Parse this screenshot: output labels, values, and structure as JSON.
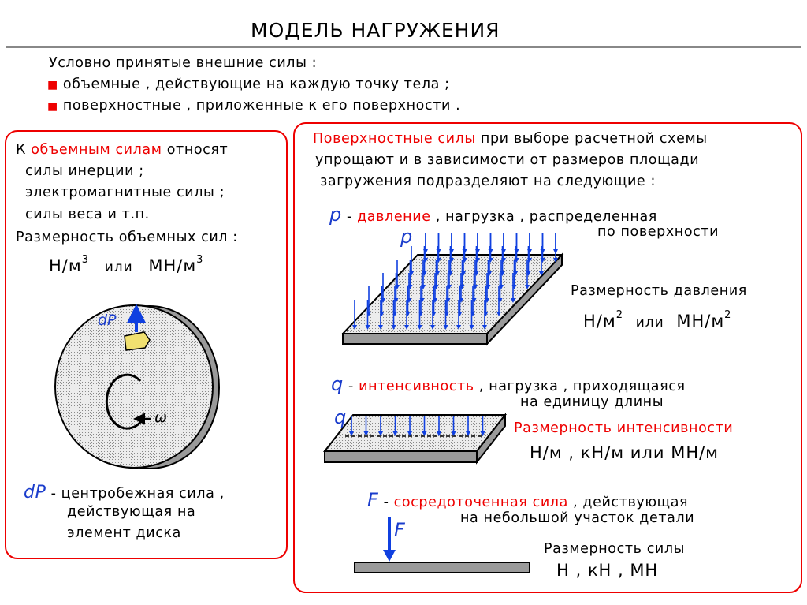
{
  "title": "МОДЕЛЬ НАГРУЖЕНИЯ",
  "intro": {
    "heading": "Условно принятые внешние силы :",
    "bullets": [
      "объемные , действующие на каждую точку тела ;",
      "поверхностные , приложенные к его поверхности ."
    ]
  },
  "left_box": {
    "line1_pre": "К ",
    "line1_red": "объемным силам",
    "line1_post": " относят",
    "items": [
      "силы инерции ;",
      "электромагнитные силы ;",
      "силы веса и т.п."
    ],
    "dimension_label": "Размерность объемных сил :",
    "units": {
      "a": "Н/м",
      "a_exp": "3",
      "or": "или",
      "b": "МН/м",
      "b_exp": "3"
    },
    "disc": {
      "force_label": "dP",
      "omega_label": "ω"
    },
    "caption_symbol": "dP",
    "caption_lines": [
      " - центробежная сила ,",
      "действующая на",
      "элемент диска"
    ]
  },
  "right_box": {
    "intro_red": "Поверхностные силы",
    "intro_line1_rest": " при выборе расчетной схемы",
    "intro_line2": "упрощают и в зависимости от размеров площади",
    "intro_line3": "загружения подразделяют на следующие :",
    "pressure": {
      "symbol": "p",
      "name": "давление",
      "desc1": " , нагрузка , распределенная",
      "desc2": "по поверхности",
      "plate_label": "p",
      "dim_label": "Размерность давления",
      "unit_a": "Н/м",
      "unit_a_exp": "2",
      "or": "или",
      "unit_b": "МН/м",
      "unit_b_exp": "2"
    },
    "intensity": {
      "symbol": "q",
      "name": "интенсивность",
      "desc1": " , нагрузка , приходящаяся",
      "desc2": "на единицу длины",
      "plate_label": "q",
      "dim_label": "Размерность интенсивности",
      "units": "Н/м , кН/м или МН/м"
    },
    "concentrated": {
      "symbol": "F",
      "name": "сосредоточенная сила",
      "desc1": " , действующая",
      "desc2": "на небольшой участок детали",
      "arrow_label": "F",
      "dim_label": "Размерность силы",
      "units": "Н , кН , МН"
    }
  },
  "colors": {
    "accent_red": "#ee0000",
    "symbol_blue": "#1a3ccc",
    "arrow_blue": "#1040e0",
    "plate_top": "#dcdcdc",
    "plate_side": "#9a9a9a"
  }
}
